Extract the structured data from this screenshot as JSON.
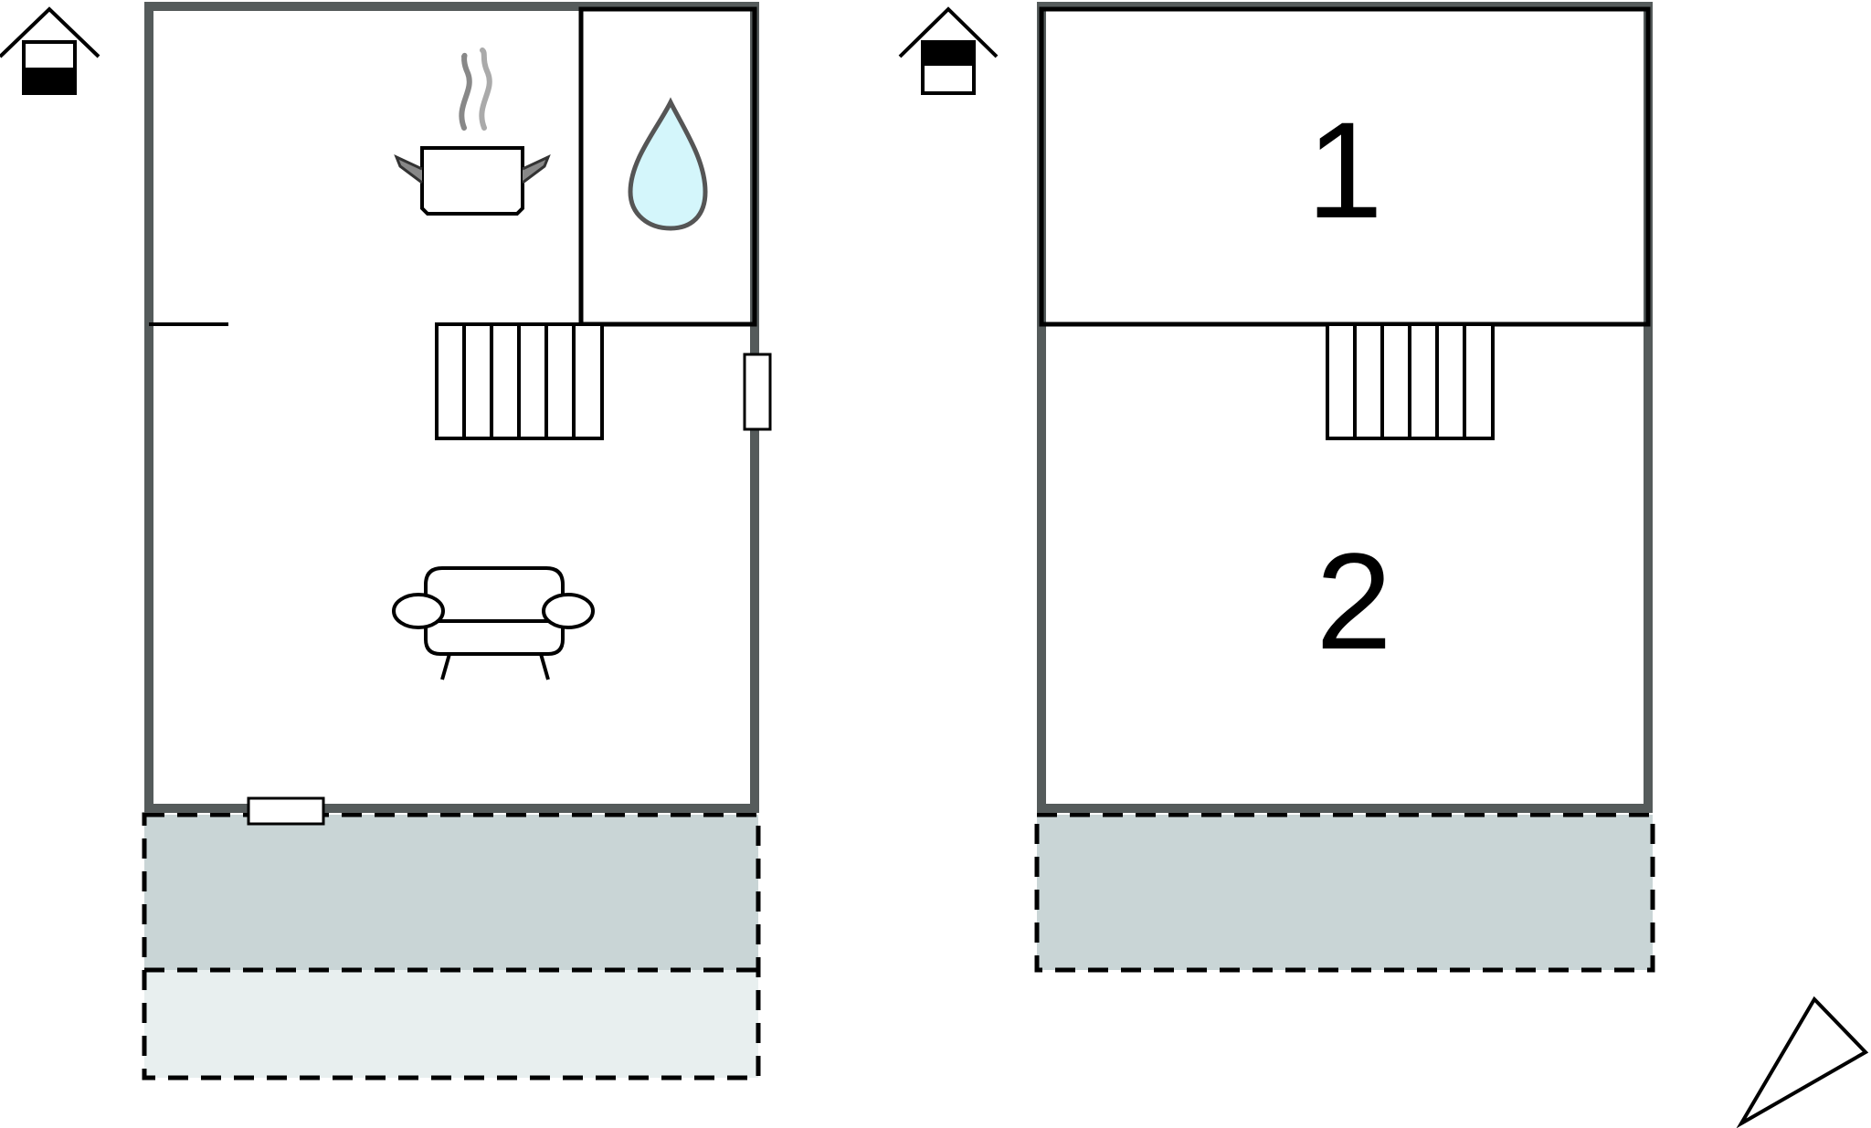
{
  "ground_floor": {
    "rooms": [
      "kitchen",
      "bathroom",
      "living-room"
    ],
    "icons": [
      "ground-floor-house-icon",
      "kitchen-pot-icon",
      "water-drop-icon",
      "stairs-icon",
      "sofa-icon",
      "window-icon",
      "terrace-area"
    ]
  },
  "upper_floor": {
    "room_1_label": "1",
    "room_2_label": "2",
    "icons": [
      "upper-floor-house-icon",
      "stairs-icon",
      "terrace-area"
    ]
  },
  "north_arrow": "compass-arrow-icon",
  "colors": {
    "wall": "#555b5b",
    "terrace_dark": "#c9d5d6",
    "terrace_light": "#e8efef",
    "water": "#d4f6fb"
  }
}
